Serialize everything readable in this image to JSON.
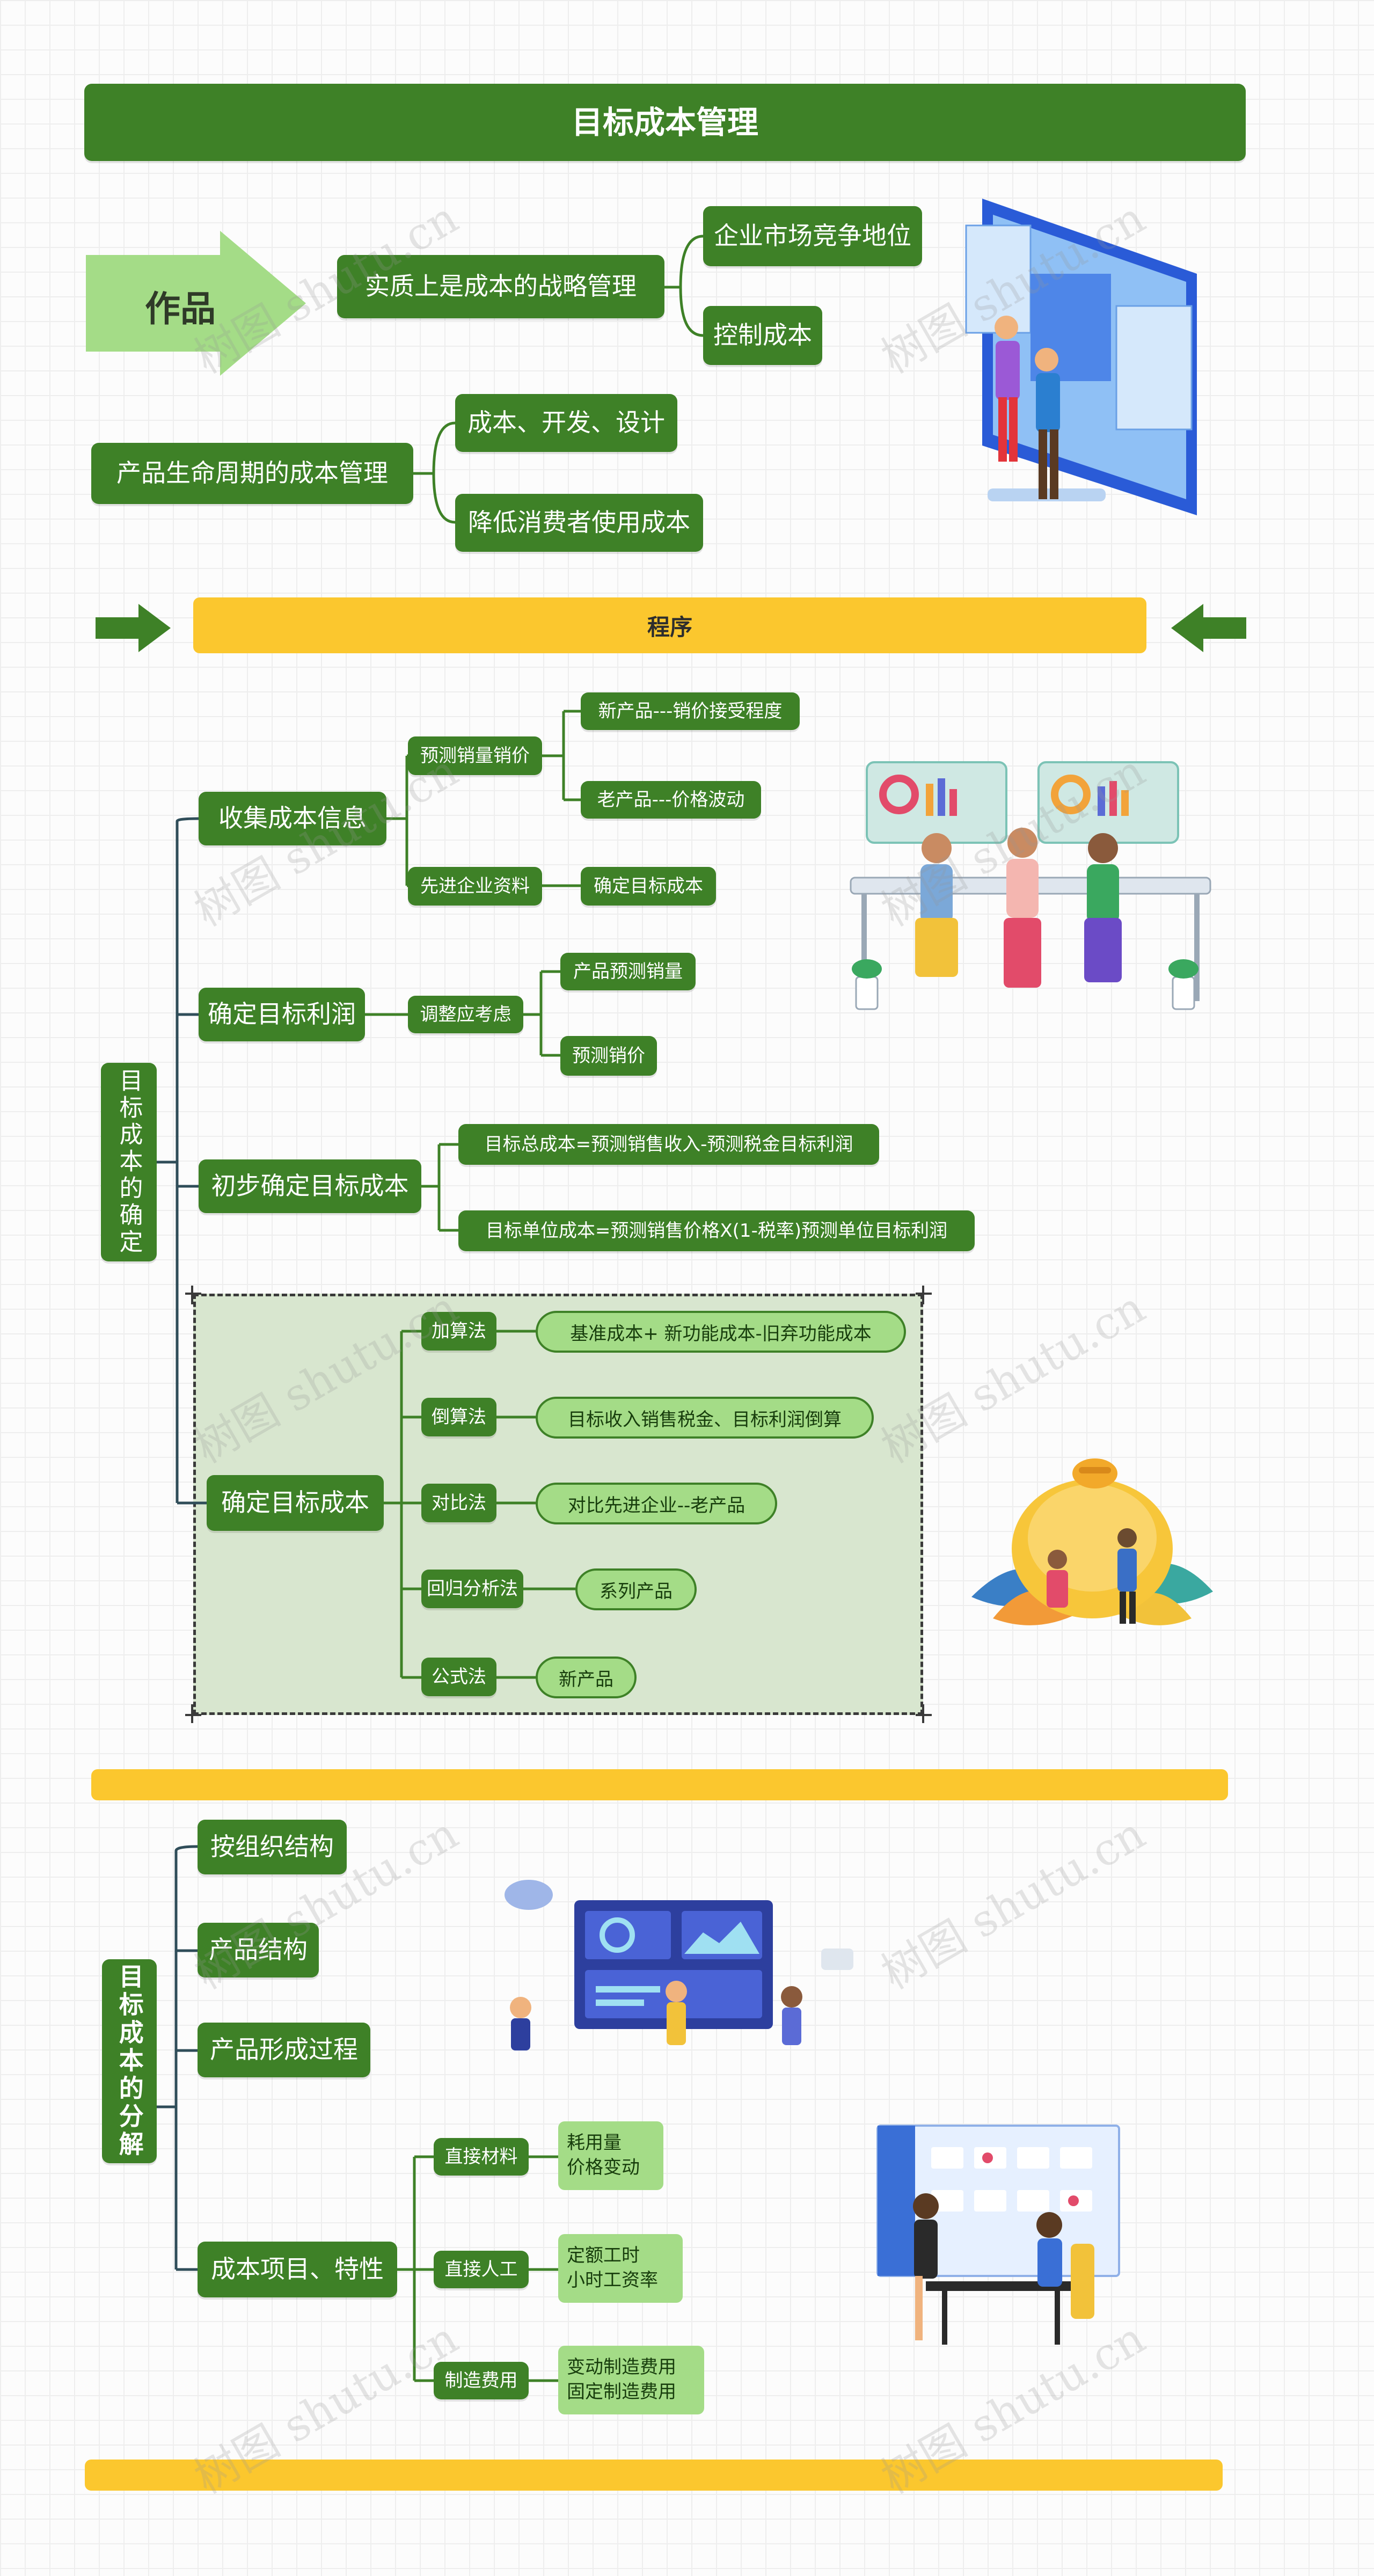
{
  "title": "目标成本管理",
  "section1": {
    "arrow_label": "作品",
    "essence": {
      "label": "实质上是成本的战略管理",
      "children": [
        "企业市场竞争地位",
        "控制成本"
      ]
    },
    "lifecycle": {
      "label": "产品生命周期的成本管理",
      "children": [
        "成本、开发、设计",
        "降低消费者使用成本"
      ]
    }
  },
  "section2": {
    "banner": "程序",
    "root": "目标成本的确定",
    "collect": {
      "label": "收集成本信息",
      "forecast": {
        "label": "预测销量销价",
        "children": [
          "新产品---销价接受程度",
          "老产品---价格波动"
        ]
      },
      "advanced": {
        "label": "先进企业资料",
        "child": "确定目标成本"
      }
    },
    "profit": {
      "label": "确定目标利润",
      "adjust": {
        "label": "调整应考虑",
        "children": [
          "产品预测销量",
          "预测销价"
        ]
      }
    },
    "initial": {
      "label": "初步确定目标成本",
      "children": [
        "目标总成本=预测销售收入-预测税金目标利润",
        "目标单位成本=预测销售价格X(1-税率)预测单位目标利润"
      ]
    },
    "determine": {
      "label": "确定目标成本",
      "methods": [
        {
          "label": "加算法",
          "detail": "基准成本+ 新功能成本-旧弃功能成本"
        },
        {
          "label": "倒算法",
          "detail": "目标收入销售税金、目标利润倒算"
        },
        {
          "label": "对比法",
          "detail": "对比先进企业--老产品"
        },
        {
          "label": "回归分析法",
          "detail": "系列产品"
        },
        {
          "label": "公式法",
          "detail": "新产品"
        }
      ]
    }
  },
  "section3": {
    "root": "目标成本的分解",
    "branches": [
      "按组织结构",
      "产品结构",
      "产品形成过程"
    ],
    "cost_items": {
      "label": "成本项目、特性",
      "items": [
        {
          "label": "直接材料",
          "lines": [
            "耗用量",
            "价格变动"
          ]
        },
        {
          "label": "直接人工",
          "lines": [
            "定额工时",
            "小时工资率"
          ]
        },
        {
          "label": "制造费用",
          "lines": [
            "变动制造费用",
            "固定制造费用"
          ]
        }
      ]
    }
  },
  "watermark": "树图 shutu.cn",
  "colors": {
    "dark_green": "#3e8127",
    "light_green": "#a4dc87",
    "yellow": "#fbc72e",
    "panel": "#d8e6cf"
  }
}
